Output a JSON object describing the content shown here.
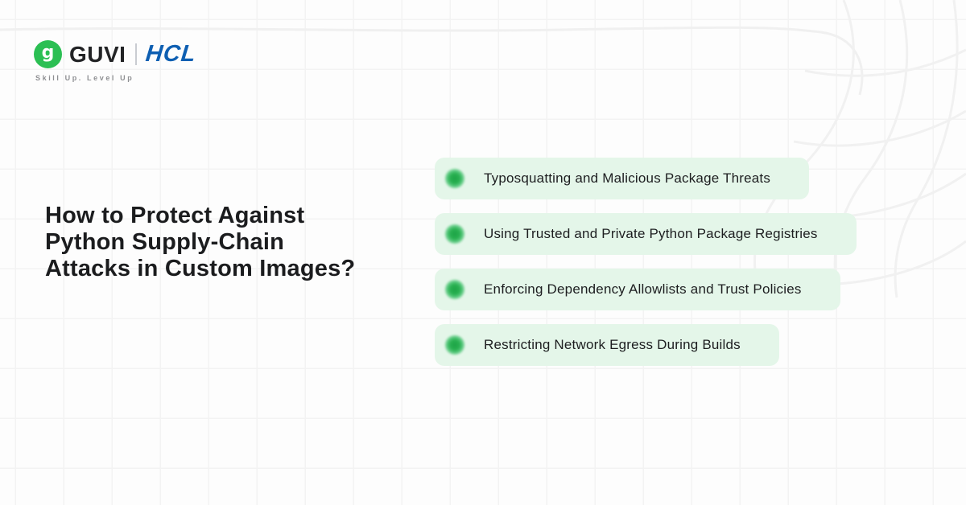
{
  "brand": {
    "guvi_wordmark": "GUVI",
    "hcl_wordmark": "HCL",
    "logo_glyph": "g",
    "tagline": "Skill Up. Level Up"
  },
  "title": {
    "lines": [
      "How to Protect Against",
      "Python Supply-Chain",
      "Attacks in Custom Images?"
    ],
    "full_text": "How to Protect Against Python Supply-Chain Attacks in Custom Images?"
  },
  "list": {
    "items": [
      {
        "label": "Typosquatting and Malicious Package Threats"
      },
      {
        "label": "Using Trusted and Private Python Package Registries"
      },
      {
        "label": "Enforcing Dependency Allowlists and Trust Policies"
      },
      {
        "label": "Restricting Network Egress During Builds"
      }
    ]
  },
  "colors": {
    "guvi_green": "#2bbf53",
    "hcl_blue": "#0e5fb2",
    "pill_background": "#e4f6e9",
    "bullet_green": "#28b050",
    "title_text": "#1b1c1e",
    "tagline_gray": "#8f9093",
    "grid_line": "#f3f3f3",
    "page_background": "#fdfdfd"
  }
}
